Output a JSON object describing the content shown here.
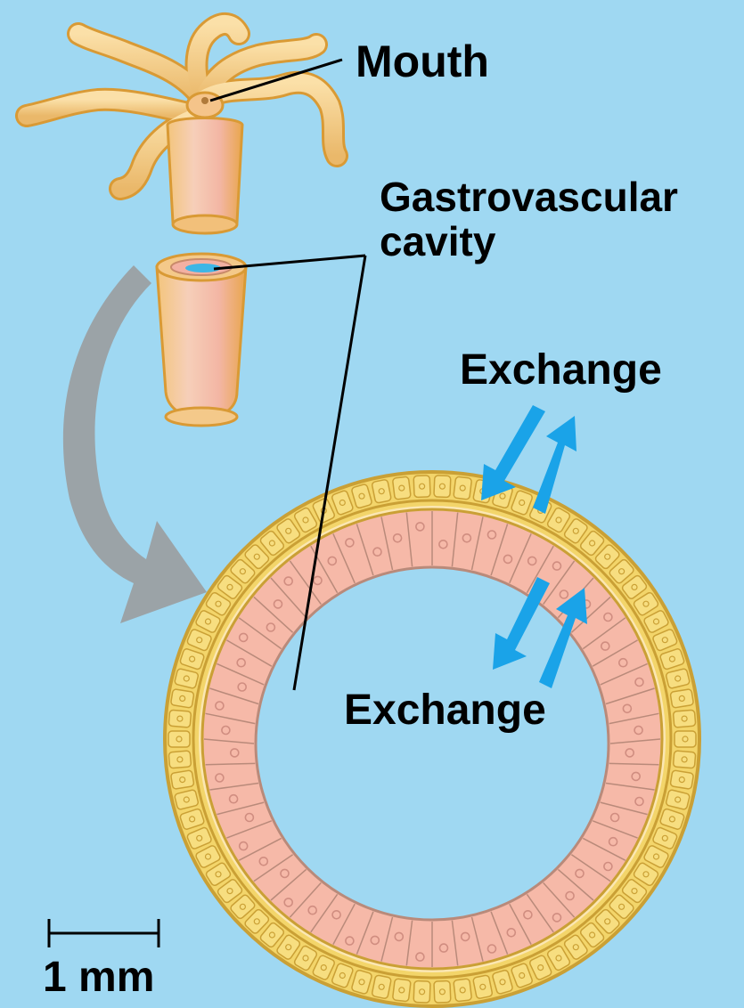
{
  "labels": {
    "mouth": "Mouth",
    "cavity_line1": "Gastrovascular",
    "cavity_line2": "cavity",
    "exchange_outer": "Exchange",
    "exchange_inner": "Exchange",
    "scale_bar": "1 mm"
  },
  "colors": {
    "background": "#9fd8f2",
    "ectoderm": "#f3d56a",
    "ectoderm_edge": "#caa035",
    "gastrodermis": "#f6b9a8",
    "gastrodermis_edge": "#b98a7a",
    "cell_nucleus": "#d08d80",
    "exchange_arrow": "#1aa3e8",
    "section_arrow": "#9a9a9a",
    "hydra_body": "#f5c48a",
    "hydra_edge": "#d99a35"
  },
  "icons": {
    "section_arrow": "curved-arrow-icon",
    "exchange": "double-arrow-icon"
  }
}
